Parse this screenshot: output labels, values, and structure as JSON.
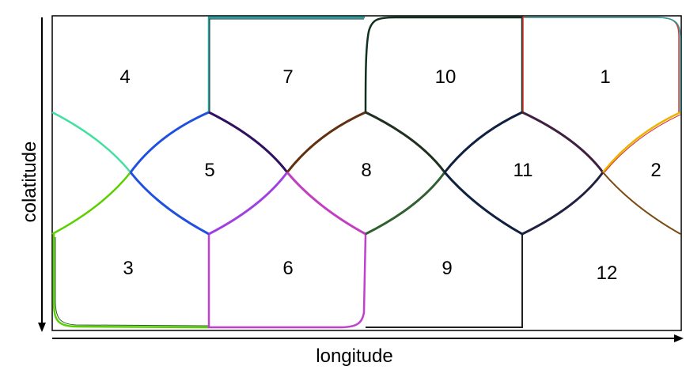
{
  "axes": {
    "x_label": "longitude",
    "y_label": "colatitude"
  },
  "regions": [
    {
      "id": "1",
      "label": "1"
    },
    {
      "id": "2",
      "label": "2"
    },
    {
      "id": "3",
      "label": "3"
    },
    {
      "id": "4",
      "label": "4"
    },
    {
      "id": "5",
      "label": "5"
    },
    {
      "id": "6",
      "label": "6"
    },
    {
      "id": "7",
      "label": "7"
    },
    {
      "id": "8",
      "label": "8"
    },
    {
      "id": "9",
      "label": "9"
    },
    {
      "id": "10",
      "label": "10"
    },
    {
      "id": "11",
      "label": "11"
    },
    {
      "id": "12",
      "label": "12"
    }
  ],
  "colors": {
    "frame": "#000000",
    "region_1": "#e03030",
    "region_2": "#e8b400",
    "region_3": "#5ad000",
    "region_4": "#40e0a0",
    "region_5": "#2050e0",
    "region_6": "#c040d0",
    "region_7": "#20a0a0",
    "region_8": "#603010",
    "region_9": "#306030",
    "region_10": "#103020",
    "region_11": "#102040",
    "region_12": "#202020"
  }
}
